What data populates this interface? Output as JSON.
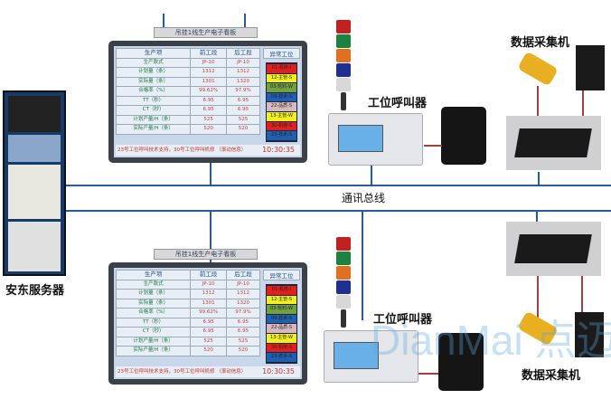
{
  "labels": {
    "bus": "通讯总线",
    "server": "安东服务器",
    "caller": "工位呼叫器",
    "collector": "数据采集机",
    "watermark": "DianMai 点迈"
  },
  "board": {
    "title": "吊挂1线生产电子看板",
    "headers": [
      "生产项",
      "前工段",
      "后工段",
      "异常工位"
    ],
    "rows": [
      [
        "生产款式",
        "JP-10",
        "JP-10"
      ],
      [
        "计划量（条）",
        "1312",
        "1312"
      ],
      [
        "实际量（条）",
        "1301",
        "1320"
      ],
      [
        "合格率（%）",
        "99.62%",
        "97.9%"
      ],
      [
        "TT（秒）",
        "6.95",
        "6.95"
      ],
      [
        "CT（秒）",
        "6.95",
        "6.95"
      ],
      [
        "计划产量/H（条）",
        "525",
        "525"
      ],
      [
        "实际产量/H（条）",
        "520",
        "520"
      ]
    ],
    "alerts": [
      {
        "text": "01-机修-I",
        "color": "#e02020"
      },
      {
        "text": "12-主管-S",
        "color": "#f0f020"
      },
      {
        "text": "03-轮料-W",
        "color": "#70a040"
      },
      {
        "text": "09-技术-S",
        "color": "#2060b0"
      },
      {
        "text": "22-品质-S",
        "color": "#d8b8c0"
      },
      {
        "text": "13-主管-W",
        "color": "#f0f020"
      },
      {
        "text": "30-机修-S",
        "color": "#e02020"
      },
      {
        "text": "23-技术-S",
        "color": "#2060b0"
      }
    ],
    "footer": "23号工位呼叫技术支持，30号工位呼叫机修 （滚动信息）",
    "clock": "10:30:35"
  },
  "tower_colors": [
    "#c02020",
    "#208040",
    "#e07020",
    "#203090",
    "#d8d8d8"
  ]
}
